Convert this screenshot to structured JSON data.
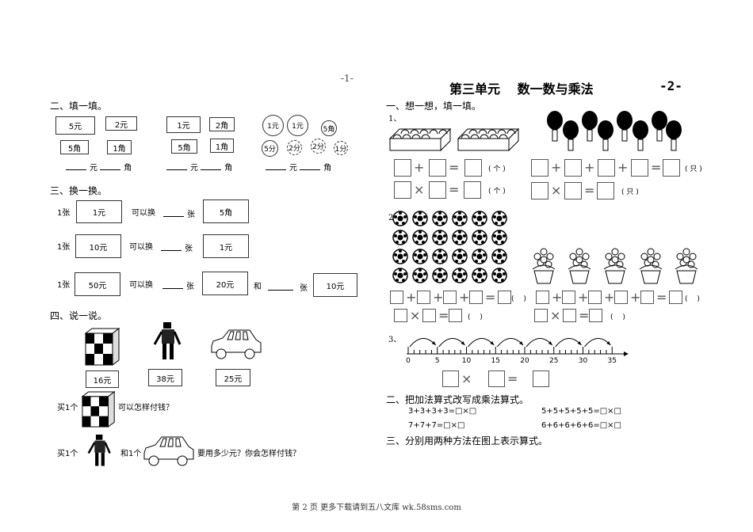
{
  "page1": {
    "page_number": "-1-",
    "s2": {
      "title": "二、填一填。",
      "group1": [
        "5元",
        "2元",
        "5角",
        "1角"
      ],
      "group2": [
        "1元",
        "2角",
        "5角",
        "1角"
      ],
      "group3_coins": [
        "1元",
        "1元",
        "5角",
        "5分",
        "2分",
        "2分",
        "1分"
      ],
      "yuan": "元",
      "jiao": "角"
    },
    "s3": {
      "title": "三、换一换。",
      "one": "1张",
      "can_exchange": "可以换",
      "zhang": "张",
      "and": "和",
      "rows": [
        {
          "from": "1元",
          "to": "5角"
        },
        {
          "from": "10元",
          "to": "1元"
        },
        {
          "from": "50元",
          "to": "20元",
          "to2": "10元"
        }
      ]
    },
    "s4": {
      "title": "四、说一说。",
      "prices": [
        "16元",
        "38元",
        "25元"
      ],
      "buy_one": "买1个",
      "q1": "可以怎样付钱？",
      "and_one": "和1个",
      "q2": "要用多少元？你会怎样付钱？"
    }
  },
  "page2": {
    "title": "第三单元　 数一数与乘法",
    "page_number": "-2-",
    "s1": {
      "title": "一、想一想，填一填。",
      "n1": "1、",
      "n2": "2.",
      "n3": "3、",
      "unit_ge": "( 个 )",
      "unit_zhi": "( 只 )",
      "unit_blank": "(　 )",
      "number_line": [
        0,
        5,
        10,
        15,
        20,
        25,
        30,
        35
      ]
    },
    "s2": {
      "title": "二、把加法算式改写成乘法算式。",
      "items": [
        "3+3+3+3=□×□",
        "5+5+5+5+5=□×□",
        "7+7+7=□×□",
        "6+6+6+6+6=□×□"
      ]
    },
    "s3": {
      "title": "三、分别用两种方法在图上表示算式。"
    }
  },
  "footer": "第 2 页 更多下载请到五八文库 wk.58sms.com"
}
